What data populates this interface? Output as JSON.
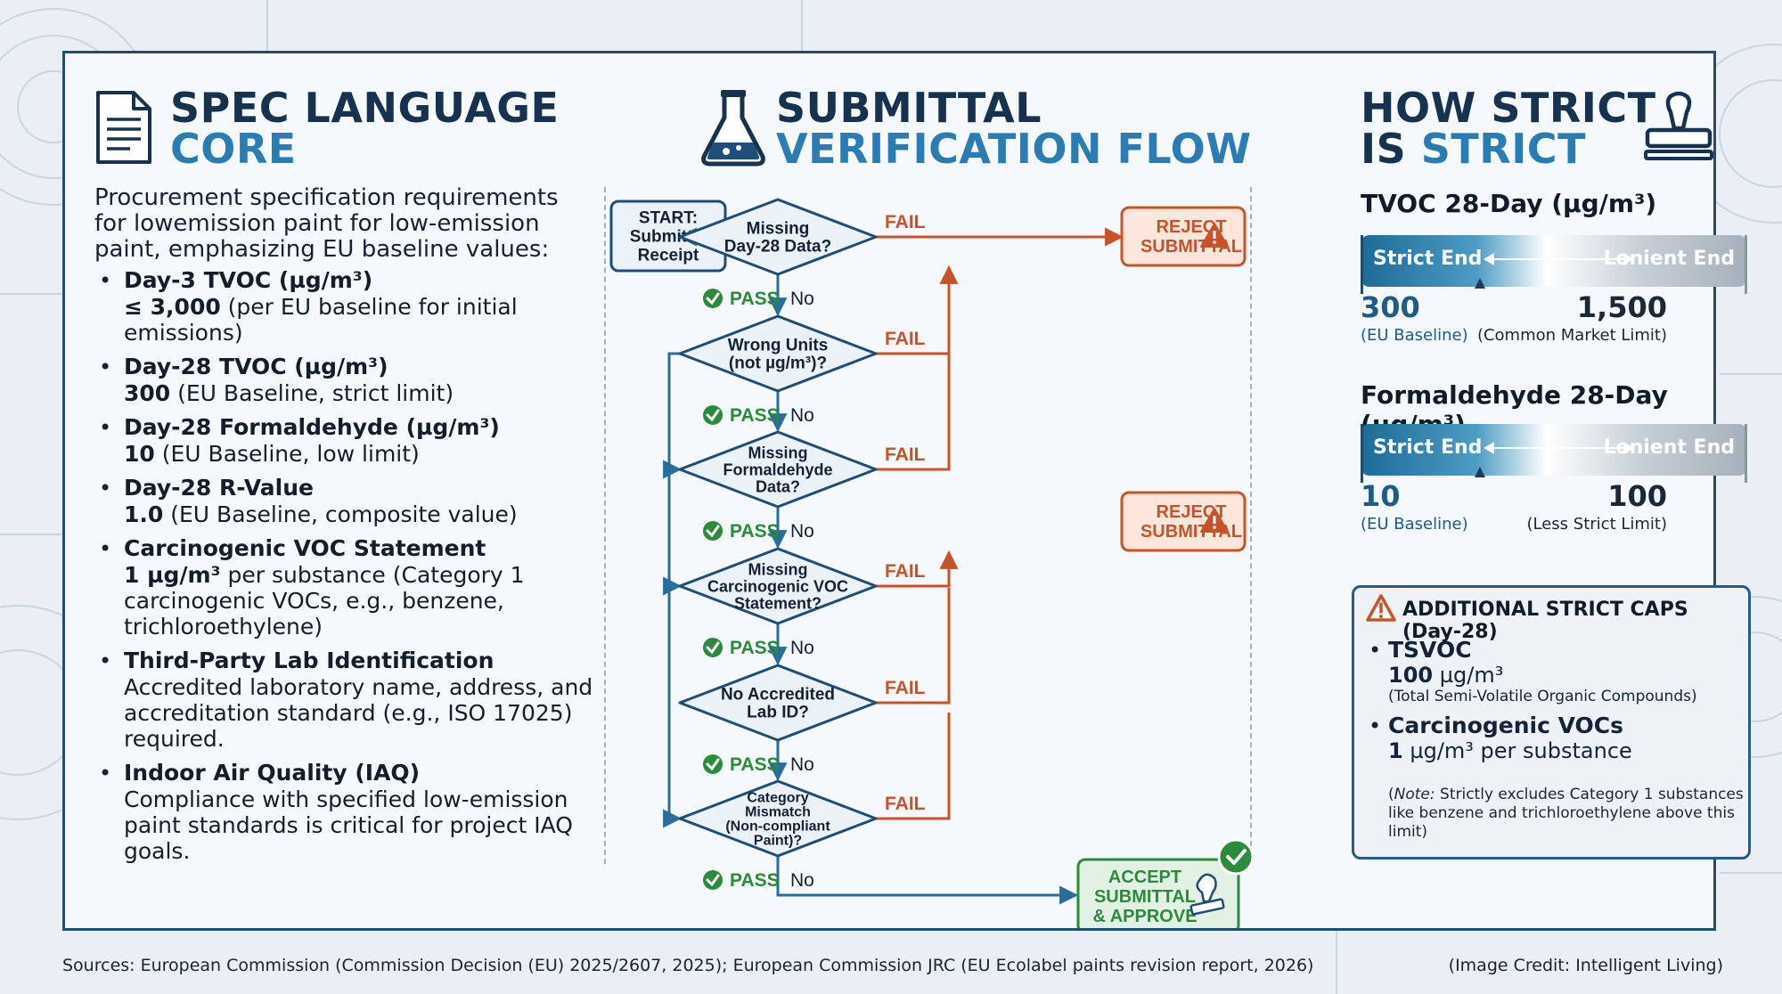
{
  "left": {
    "title_line1": "SPEC LANGUAGE",
    "title_line2": "CORE",
    "intro": "Procurement specification requirements for lowemission paint for low-emission paint, emphasizing EU baseline values:",
    "bullets": [
      {
        "title": "Day-3 TVOC (µg/m³)",
        "value": "≤ 3,000",
        "rest": " (per EU baseline for initial emissions)"
      },
      {
        "title": "Day-28 TVOC (µg/m³)",
        "value": "300",
        "rest": " (EU Baseline, strict limit)"
      },
      {
        "title": "Day-28 Formaldehyde (µg/m³)",
        "value": "10",
        "rest": " (EU Baseline, low limit)"
      },
      {
        "title": "Day-28 R-Value",
        "value": "1.0",
        "rest": " (EU Baseline, composite value)"
      },
      {
        "title": "Carcinogenic VOC Statement",
        "value": "1 µg/m³",
        "rest": " per substance (Category 1 carcinogenic VOCs, e.g., benzene, trichloroethylene)"
      },
      {
        "title": "Third-Party Lab Identification",
        "value": "",
        "rest": "Accredited laboratory name, address, and accreditation standard (e.g., ISO 17025) required."
      },
      {
        "title": "Indoor Air Quality (IAQ)",
        "value": "",
        "rest": "Compliance with specified low-emission paint standards is critical for project IAQ goals."
      }
    ]
  },
  "middle": {
    "title_line1": "SUBMITTAL",
    "title_line2": "VERIFICATION FLOW",
    "start": [
      "START:",
      "Submittal",
      "Receipt"
    ],
    "decisions": [
      [
        "Missing",
        "Day-28 Data?"
      ],
      [
        "Wrong Units",
        "(not µg/m³)?"
      ],
      [
        "Missing",
        "Formaldehyde",
        "Data?"
      ],
      [
        "Missing",
        "Carcinogenic VOC",
        "Statement?"
      ],
      [
        "No Accredited",
        "Lab ID?"
      ],
      [
        "Category",
        "Mismatch",
        "(Non-compliant",
        "Paint)?"
      ]
    ],
    "fail_label": "FAIL",
    "pass_label": "PASS",
    "no_label": "No",
    "reject": [
      "REJECT",
      "SUBMITTAL"
    ],
    "accept": [
      "ACCEPT",
      "SUBMITTAL",
      "& APPROVE"
    ]
  },
  "right": {
    "title_line1": "HOW STRICT",
    "title_line2_a": "IS ",
    "title_line2_b": "STRICT",
    "strict_end": "Strict End",
    "lenient_end": "Lenient End",
    "scales": [
      {
        "title": "TVOC 28-Day (µg/m³)",
        "strict_value": "300",
        "strict_caption": "(EU Baseline)",
        "lenient_value": "1,500",
        "lenient_caption": "(Common Market Limit)"
      },
      {
        "title": "Formaldehyde 28-Day (µg/m³)",
        "strict_value": "10",
        "strict_caption": "(EU Baseline)",
        "lenient_value": "100",
        "lenient_caption": "(Less Strict Limit)"
      }
    ],
    "caps": {
      "title": "ADDITIONAL STRICT CAPS (Day-28)",
      "items": [
        {
          "name": "TSVOC",
          "value_num": "100",
          "value_unit": " µg/m³",
          "desc": "(Total Semi-Volatile Organic Compounds)"
        },
        {
          "name": "Carcinogenic VOCs",
          "value_num": "1",
          "value_unit": " µg/m³ per substance",
          "desc": ""
        }
      ],
      "note_label": "Note:",
      "note_text": " Strictly excludes Category 1 substances like benzene and trichloroethylene above this limit)",
      "note_open": "("
    }
  },
  "footer": {
    "sources": "Sources: European Commission (Commission Decision (EU) 2025/2607, 2025); European Commission JRC (EU Ecolabel paints revision report, 2026)",
    "credit": "(Image Credit: Intelligent Living)"
  },
  "colors": {
    "navy": "#17324f",
    "accent_blue": "#2a7cb3",
    "fail_orange": "#c8522a",
    "pass_green": "#2c8a3c",
    "flow_blue": "#2a6d9a"
  }
}
